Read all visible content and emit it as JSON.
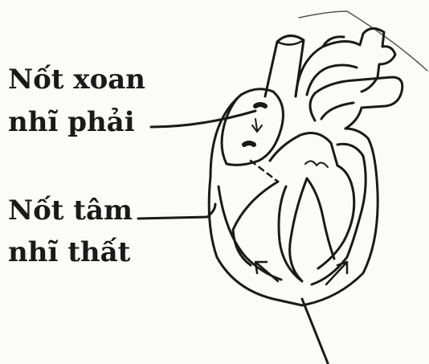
{
  "diagram": {
    "labels": {
      "sa_node_line1": "Nốt xoan",
      "sa_node_line2": "nhĩ phải",
      "av_node_line1": "Nốt tâm",
      "av_node_line2": "nhĩ thất"
    },
    "colors": {
      "ink": "#1a1a1a",
      "paper": "#fbfbf9"
    }
  }
}
